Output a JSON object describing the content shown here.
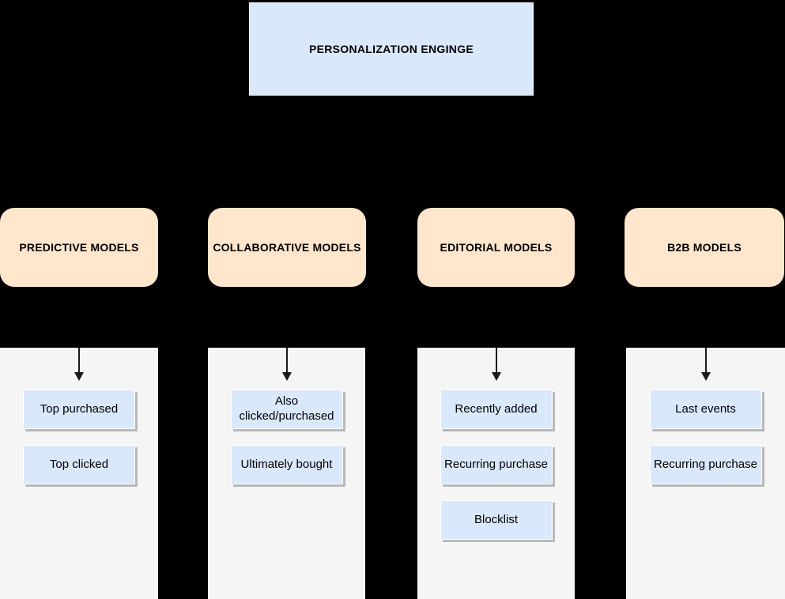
{
  "diagram": {
    "root": {
      "label": "PERSONALIZATION ENGINGE"
    },
    "columns": [
      {
        "title": "PREDICTIVE MODELS",
        "items": [
          "Top purchased",
          "Top clicked"
        ]
      },
      {
        "title": "COLLABORATIVE MODELS",
        "items": [
          "Also clicked/purchased",
          "Ultimately bought"
        ]
      },
      {
        "title": "EDITORIAL MODELS",
        "items": [
          "Recently added",
          "Recurring purchase",
          "Blocklist"
        ]
      },
      {
        "title": "B2B MODELS",
        "items": [
          "Last events",
          "Recurring purchase"
        ]
      }
    ],
    "colors": {
      "background": "#000000",
      "root_and_item_fill": "#DAE8FC",
      "category_fill": "#FFE6CC",
      "panel_fill": "#F5F5F5",
      "item_shadow": "#B9B9B9",
      "arrow": "#1A1A1A"
    }
  }
}
